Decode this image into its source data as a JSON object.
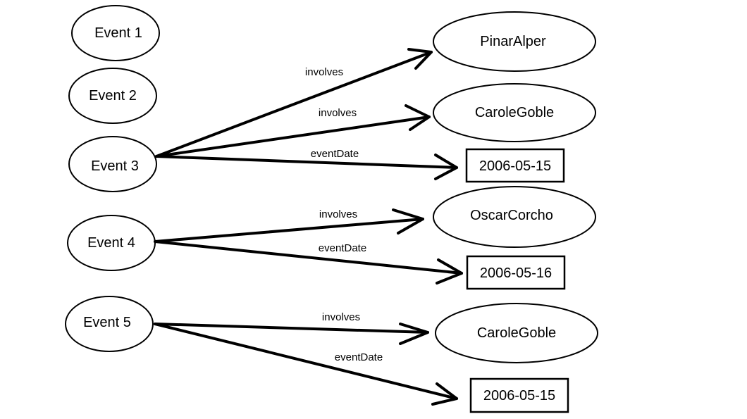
{
  "nodes": {
    "event1": "Event 1",
    "event2": "Event 2",
    "event3": "Event 3",
    "event4": "Event 4",
    "event5": "Event 5",
    "pinarAlper": "PinarAlper",
    "caroleGoble1": "CaroleGoble",
    "oscarCorcho": "OscarCorcho",
    "caroleGoble2": "CaroleGoble"
  },
  "literals": {
    "date1": "2006-05-15",
    "date2": "2006-05-16",
    "date3": "2006-05-15"
  },
  "edges": [
    {
      "from": "Event 3",
      "to": "PinarAlper",
      "label": "involves"
    },
    {
      "from": "Event 3",
      "to": "CaroleGoble",
      "label": "involves"
    },
    {
      "from": "Event 3",
      "to": "2006-05-15",
      "label": "eventDate"
    },
    {
      "from": "Event 4",
      "to": "OscarCorcho",
      "label": "involves"
    },
    {
      "from": "Event 4",
      "to": "2006-05-16",
      "label": "eventDate"
    },
    {
      "from": "Event 5",
      "to": "CaroleGoble",
      "label": "involves"
    },
    {
      "from": "Event 5",
      "to": "2006-05-15",
      "label": "eventDate"
    }
  ]
}
